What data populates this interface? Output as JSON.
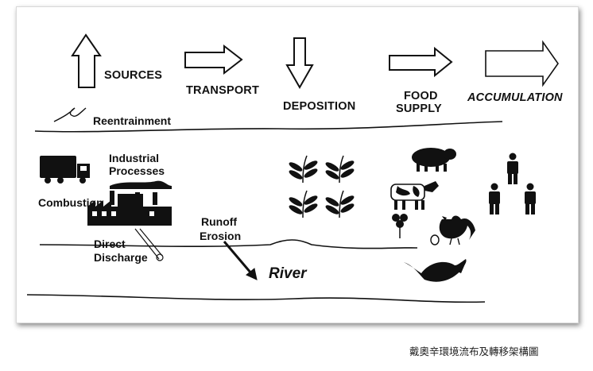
{
  "stages": {
    "sources": "SOURCES",
    "transport": "TRANSPORT",
    "deposition": "DEPOSITION",
    "food_supply_line1": "FOOD",
    "food_supply_line2": "SUPPLY",
    "accumulation": "ACCUMULATION"
  },
  "labels": {
    "reentrainment": "Reentrainment",
    "industrial_line1": "Industrial",
    "industrial_line2": "Processes",
    "combustion": "Combustion",
    "direct_line1": "Direct",
    "direct_line2": "Discharge",
    "runoff_line1": "Runoff",
    "runoff_line2": "Erosion",
    "river": "River"
  },
  "caption": "戴奧辛環境流布及轉移架構圖",
  "icons": [
    "up-arrow-icon",
    "right-arrow-icon",
    "down-arrow-icon",
    "truck-icon",
    "factory-icon",
    "wheat-icon",
    "pig-icon",
    "cow-icon",
    "clover-icon",
    "rooster-icon",
    "egg-icon",
    "fish-icon",
    "person-icon"
  ]
}
